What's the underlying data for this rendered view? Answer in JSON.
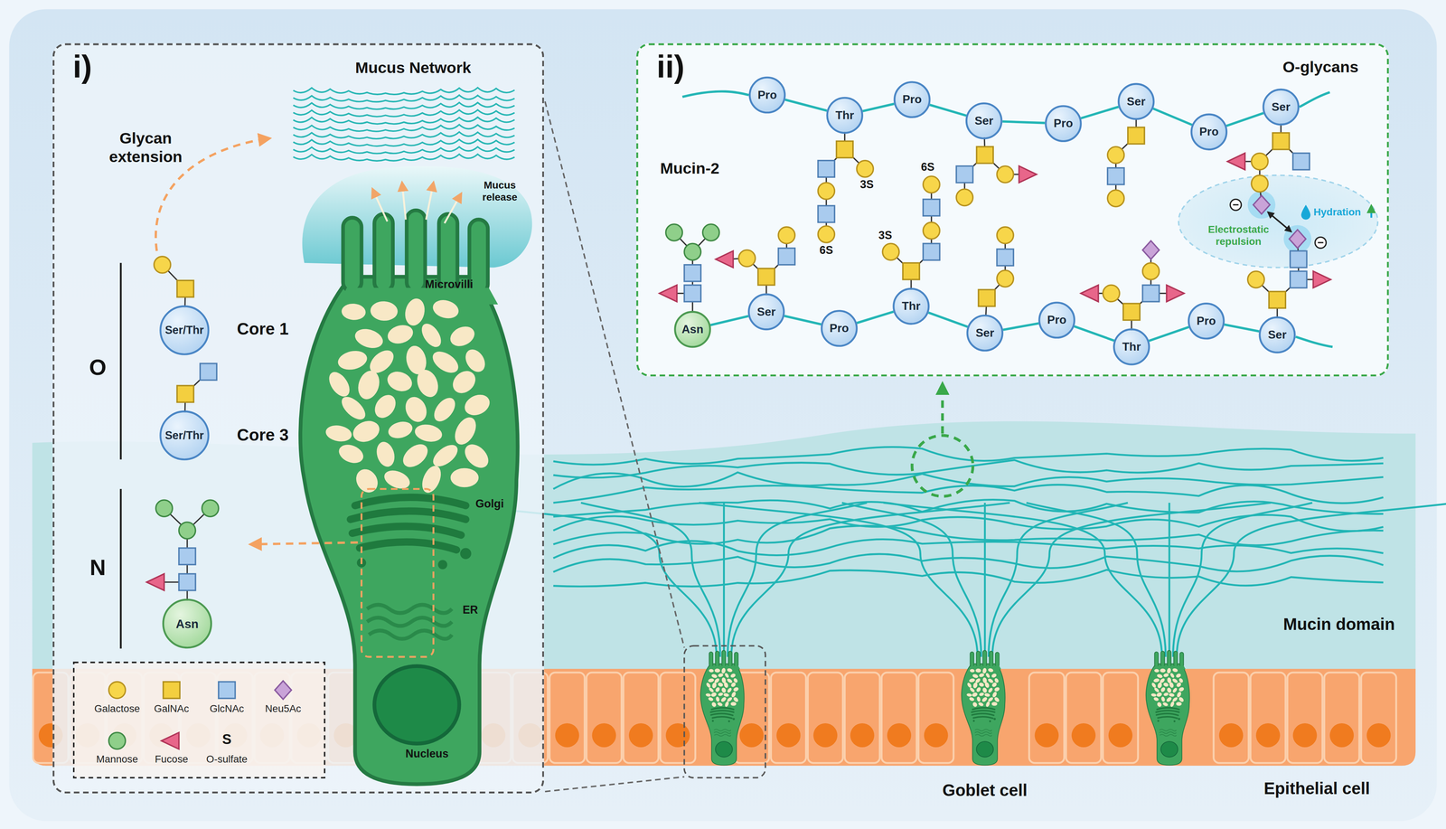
{
  "diagram": {
    "nodes": [
      {
        "text": [
          "i)"
        ]
      },
      {
        "text": [
          "Ser/Thr"
        ],
        "in": 0
      },
      {
        "text": [
          "Ser/Thr"
        ],
        "in": 0
      },
      {
        "text": [
          "Asn"
        ],
        "in": 0
      },
      {
        "text": [
          "ii)"
        ]
      },
      {
        "text": [
          "Pro"
        ],
        "in": 4
      },
      {
        "text": [
          "Thr"
        ],
        "in": 4
      },
      {
        "text": [
          "Pro"
        ],
        "in": 4
      },
      {
        "text": [
          "Ser"
        ],
        "in": 4
      },
      {
        "text": [
          "Pro"
        ],
        "in": 4
      },
      {
        "text": [
          "Ser"
        ],
        "in": 4
      },
      {
        "text": [
          "Pro"
        ],
        "in": 4
      },
      {
        "text": [
          "Ser"
        ],
        "in": 4
      },
      {
        "text": [
          "Asn"
        ],
        "in": 4
      },
      {
        "text": [
          "Ser"
        ],
        "in": 4
      },
      {
        "text": [
          "Pro"
        ],
        "in": 4
      },
      {
        "text": [
          "Thr"
        ],
        "in": 4
      },
      {
        "text": [
          "Ser"
        ],
        "in": 4
      },
      {
        "text": [
          "Pro"
        ],
        "in": 4
      },
      {
        "text": [
          "Thr"
        ],
        "in": 4
      },
      {
        "text": [
          "Pro"
        ],
        "in": 4
      },
      {
        "text": [
          "Ser"
        ],
        "in": 4
      }
    ],
    "edges": [
      {
        "from": 5,
        "to": 6,
        "arrow": "none"
      },
      {
        "from": 6,
        "to": 7,
        "arrow": "none"
      },
      {
        "from": 7,
        "to": 8,
        "arrow": "none"
      },
      {
        "from": 8,
        "to": 9,
        "arrow": "none"
      },
      {
        "from": 9,
        "to": 10,
        "arrow": "none"
      },
      {
        "from": 10,
        "to": 11,
        "arrow": "none"
      },
      {
        "from": 11,
        "to": 12,
        "arrow": "none"
      },
      {
        "from": 13,
        "to": 14,
        "arrow": "none"
      },
      {
        "from": 14,
        "to": 15,
        "arrow": "none"
      },
      {
        "from": 15,
        "to": 16,
        "arrow": "none"
      },
      {
        "from": 16,
        "to": 17,
        "arrow": "none"
      },
      {
        "from": 17,
        "to": 18,
        "arrow": "none"
      },
      {
        "from": 18,
        "to": 19,
        "arrow": "none"
      },
      {
        "from": 19,
        "to": 20,
        "arrow": "none"
      },
      {
        "from": 20,
        "to": 21,
        "arrow": "none"
      }
    ],
    "labels": [
      "Mucus Network",
      "Glycan extension",
      "Mucus release",
      "Microvilli",
      "Golgi",
      "ER",
      "Nucleus",
      "O",
      "Core 1",
      "Core 3",
      "N",
      "S",
      "O-glycans",
      "Mucin-2",
      "3S",
      "6S",
      "3S",
      "6S",
      "Hydration",
      "Electrostatic repulsion",
      "Mucin domain",
      "Goblet cell",
      "Epithelial cell"
    ],
    "legend": [
      {
        "text": "Galactose"
      },
      {
        "text": "GalNAc"
      },
      {
        "text": "GlcNAc"
      },
      {
        "text": "Neu5Ac"
      },
      {
        "text": "Mannose"
      },
      {
        "text": "Fucose"
      },
      {
        "text": "O-sulfate"
      }
    ]
  }
}
